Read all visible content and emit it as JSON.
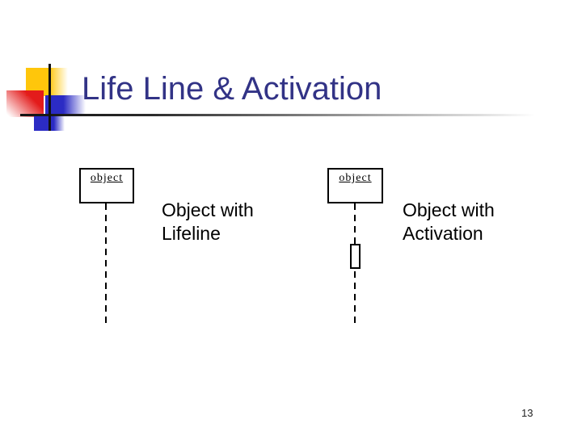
{
  "slide": {
    "title": "Life Line & Activation",
    "page_number": "13",
    "colors": {
      "title_text": "#323386",
      "accent_yellow": "#FFC60B",
      "accent_red": "#E31B1B",
      "accent_blue": "#2B2BC4",
      "divider_dark": "#141414"
    }
  },
  "diagram": {
    "items": [
      {
        "box_label": "object",
        "caption": "Object with Lifeline",
        "has_activation": false
      },
      {
        "box_label": "object",
        "caption": "Object with Activation",
        "has_activation": true
      }
    ]
  }
}
